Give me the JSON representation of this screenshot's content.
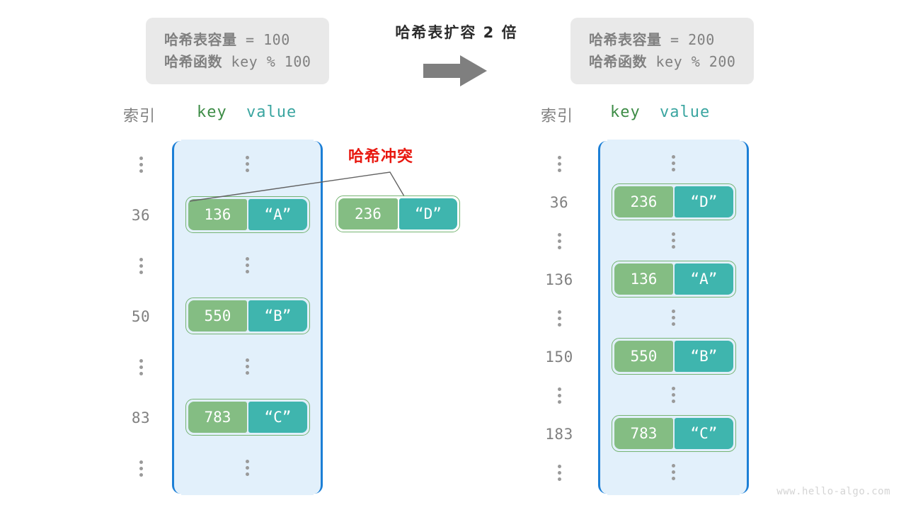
{
  "figure": {
    "caption": "哈希表扩容 2 倍",
    "watermark": "www.hello-algo.com",
    "arrow_icon": "right-arrow-icon",
    "colors": {
      "key_cell": "#84bd83",
      "value_cell": "#3fb5ae",
      "array_fill": "#e2f0fb",
      "array_border": "#1c7fd6",
      "collision_text": "#e8170f",
      "info_box": "#e9e9e9",
      "index_text": "#808080"
    }
  },
  "info_boxes": {
    "before": {
      "capacity_label": "哈希表容量",
      "capacity_value": " = 100",
      "function_label": "哈希函数",
      "function_value": " key % 100"
    },
    "after": {
      "capacity_label": "哈希表容量",
      "capacity_value": " = 200",
      "function_label": "哈希函数",
      "function_value": " key % 200"
    }
  },
  "headers": {
    "index": "索引",
    "key": "key",
    "value": "value"
  },
  "collision": {
    "label": "哈希冲突",
    "pair": {
      "key": "236",
      "value": "“D”"
    }
  },
  "tables": {
    "before": {
      "rows": [
        {
          "index": "⋮",
          "type": "ellipsis"
        },
        {
          "index": "36",
          "type": "entry",
          "key": "136",
          "value": "“A”"
        },
        {
          "index": "⋮",
          "type": "ellipsis"
        },
        {
          "index": "50",
          "type": "entry",
          "key": "550",
          "value": "“B”"
        },
        {
          "index": "⋮",
          "type": "ellipsis"
        },
        {
          "index": "83",
          "type": "entry",
          "key": "783",
          "value": "“C”"
        },
        {
          "index": "⋮",
          "type": "ellipsis"
        }
      ]
    },
    "after": {
      "rows": [
        {
          "index": "⋮",
          "type": "ellipsis"
        },
        {
          "index": "36",
          "type": "entry",
          "key": "236",
          "value": "“D”"
        },
        {
          "index": "⋮",
          "type": "ellipsis"
        },
        {
          "index": "136",
          "type": "entry",
          "key": "136",
          "value": "“A”"
        },
        {
          "index": "⋮",
          "type": "ellipsis"
        },
        {
          "index": "150",
          "type": "entry",
          "key": "550",
          "value": "“B”"
        },
        {
          "index": "⋮",
          "type": "ellipsis"
        },
        {
          "index": "183",
          "type": "entry",
          "key": "783",
          "value": "“C”"
        },
        {
          "index": "⋮",
          "type": "ellipsis"
        }
      ]
    }
  }
}
